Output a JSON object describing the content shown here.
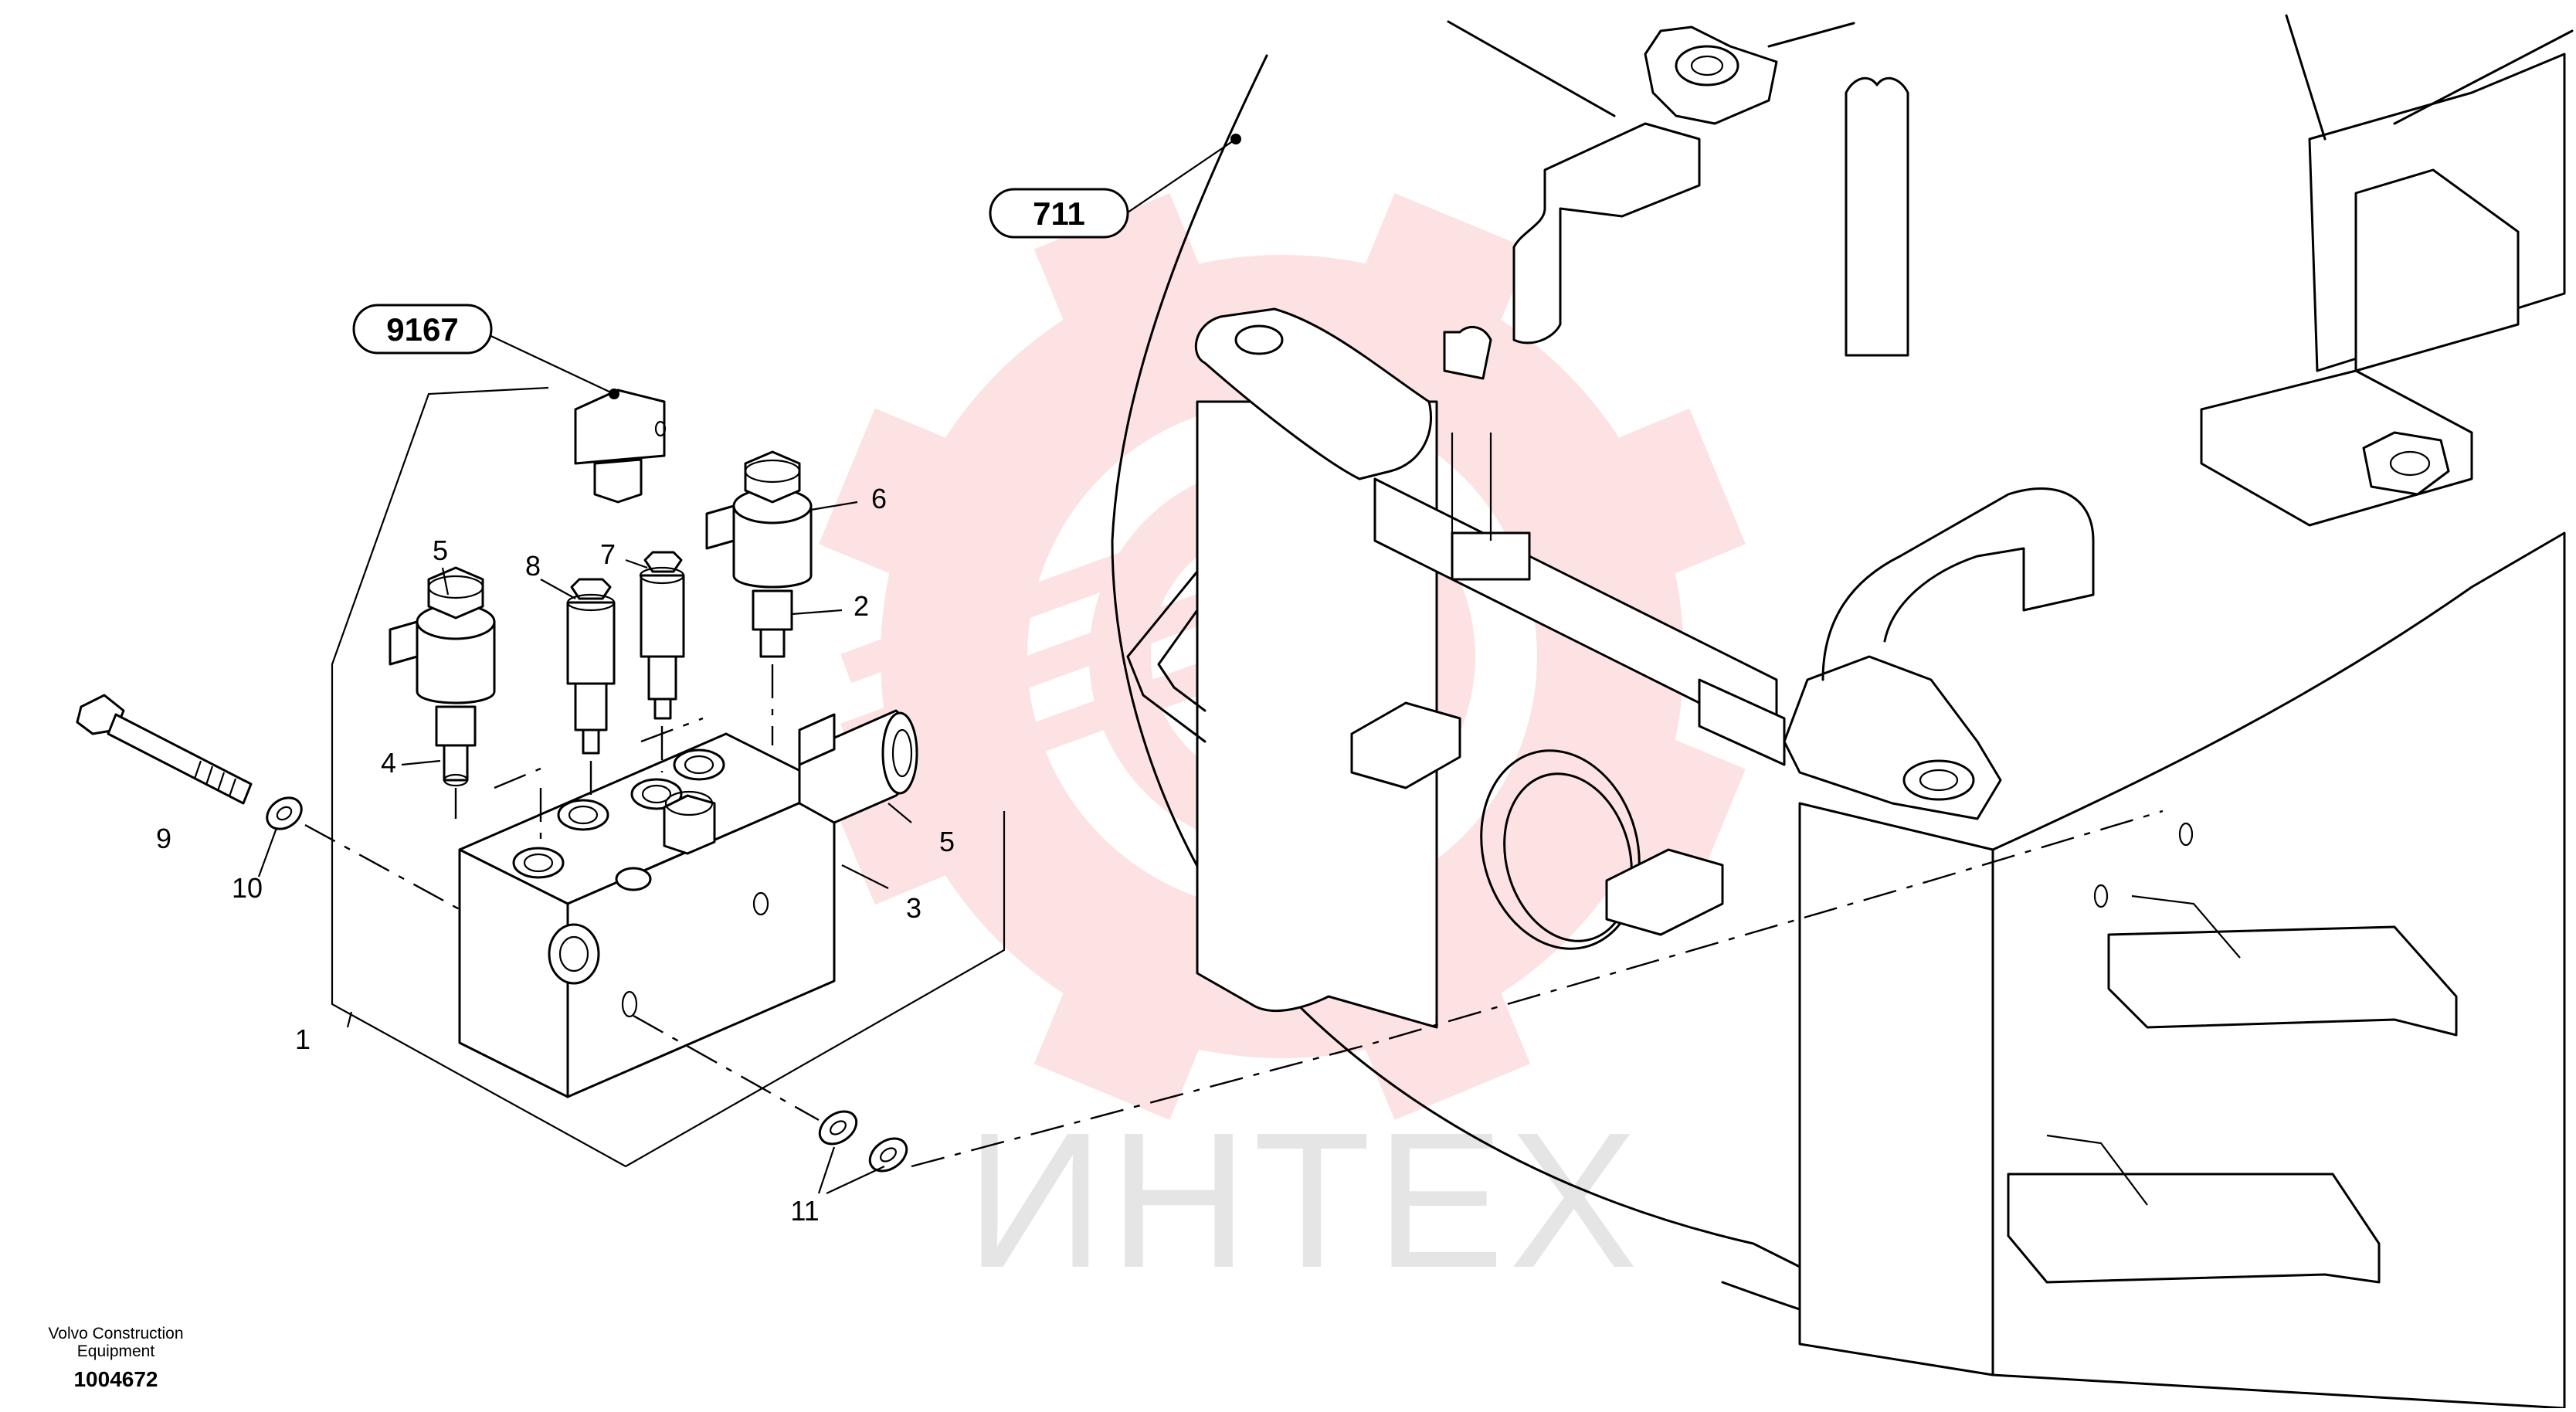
{
  "diagram": {
    "callouts": [
      "711",
      "9167"
    ],
    "part_labels": [
      "1",
      "2",
      "3",
      "4",
      "5",
      "5",
      "6",
      "7",
      "8",
      "9",
      "10",
      "11"
    ],
    "watermark": {
      "text": "ИНТЕХ",
      "color": "#e8202a"
    },
    "footer": {
      "company_line1": "Volvo Construction",
      "company_line2": "Equipment",
      "drawing_number": "1004672"
    }
  }
}
